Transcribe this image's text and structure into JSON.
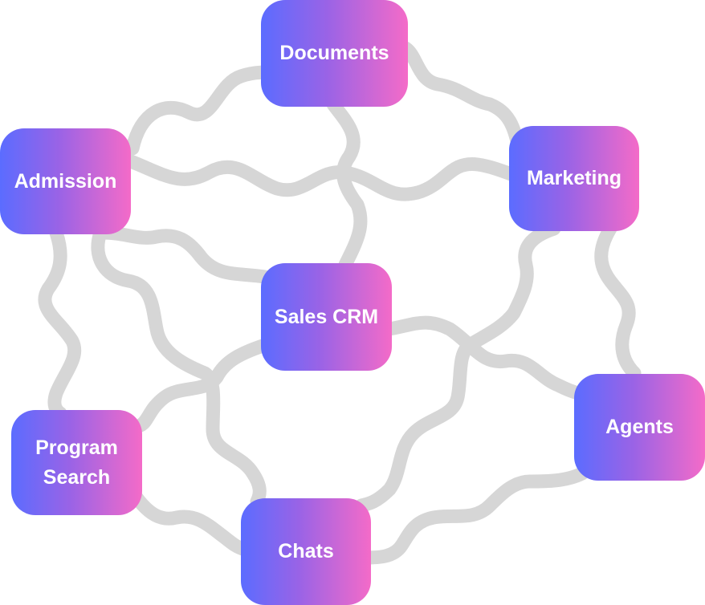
{
  "diagram": {
    "nodes": {
      "documents": "Documents",
      "marketing": "Marketing",
      "admission": "Admission",
      "sales_crm": "Sales CRM",
      "agents": "Agents",
      "program_search_line1": "Program",
      "program_search_line2": "Search",
      "chats": "Chats"
    }
  },
  "colors": {
    "node_gradient_start": "#5b6cff",
    "node_gradient_mid": "#9a63e6",
    "node_gradient_end": "#f46bc8",
    "connector": "#d6d6d6",
    "node_text": "#ffffff"
  }
}
